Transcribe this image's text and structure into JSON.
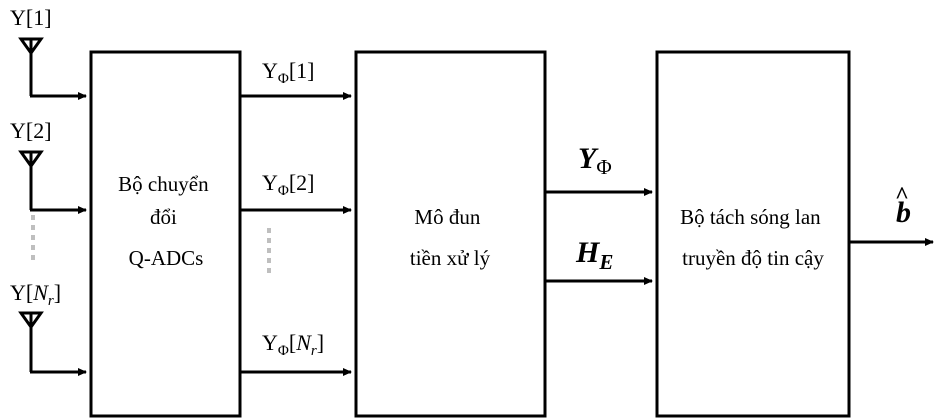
{
  "antennas": [
    {
      "label": "Y[1]"
    },
    {
      "label": "Y[2]"
    },
    {
      "label_base": "Y[",
      "label_italic": "N",
      "label_sub": "r",
      "label_end": "]"
    }
  ],
  "blocks": {
    "adc": {
      "lines": [
        "Bộ chuyển",
        "đổi",
        "Q-ADCs"
      ]
    },
    "pre": {
      "lines": [
        "Mô đun",
        "tiền xử lý"
      ]
    },
    "det": {
      "lines": [
        "Bộ tách sóng lan",
        "truyền độ tin cậy"
      ]
    }
  },
  "signals": {
    "y1": {
      "base": "Y",
      "sub": "Φ",
      "rest": "[1]"
    },
    "y2": {
      "base": "Y",
      "sub": "Φ",
      "rest": "[2]"
    },
    "yn": {
      "base": "Y",
      "sub": "Φ",
      "rest_open": "[",
      "rest_italic": "N",
      "rest_sub": "r",
      "rest_close": "]"
    },
    "y_phi": {
      "base": "Y",
      "sub": "Φ"
    },
    "h_e": {
      "base": "H",
      "sub": "E"
    },
    "b_hat": {
      "text": "b",
      "hat": "^"
    }
  },
  "colors": {
    "line": "#000000",
    "dots": "#bfbfbf"
  }
}
